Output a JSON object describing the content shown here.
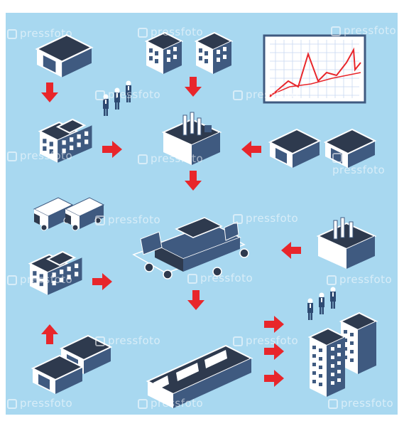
{
  "watermark": {
    "text": "pressfoto"
  },
  "colors": {
    "background": "#a8d8f0",
    "arrow": "#e8262b",
    "roof": "#2e3a4e",
    "wall_light": "#ffffff",
    "wall_dark": "#3f5a80",
    "window": "#3f5a80",
    "worker": "#2e4a72",
    "chart_line": "#e8262b",
    "chart_grid": "#c8d8f0"
  },
  "nodes": [
    {
      "name": "warehouse-top-left",
      "icon": "warehouse-icon"
    },
    {
      "name": "office-buildings-top",
      "icon": "office-building-icon"
    },
    {
      "name": "growth-chart-board",
      "icon": "line-chart-icon"
    },
    {
      "name": "workers-group-top",
      "icon": "workers-icon"
    },
    {
      "name": "office-left",
      "icon": "office-building-icon"
    },
    {
      "name": "factory-center",
      "icon": "factory-icon"
    },
    {
      "name": "warehouses-right",
      "icon": "warehouse-icon"
    },
    {
      "name": "delivery-trucks",
      "icon": "truck-icon"
    },
    {
      "name": "car-assembly",
      "icon": "car-icon"
    },
    {
      "name": "factory-right",
      "icon": "factory-icon"
    },
    {
      "name": "office-lower-left",
      "icon": "office-building-icon"
    },
    {
      "name": "warehouses-bottom-left",
      "icon": "warehouse-icon"
    },
    {
      "name": "distribution-warehouse",
      "icon": "warehouse-icon"
    },
    {
      "name": "workers-group-bottom",
      "icon": "workers-icon"
    },
    {
      "name": "skyscrapers",
      "icon": "skyscraper-icon"
    }
  ],
  "arrows": [
    {
      "from": "warehouse-top-left",
      "to": "office-left",
      "direction": "down"
    },
    {
      "from": "office-buildings-top",
      "to": "factory-center",
      "direction": "down"
    },
    {
      "from": "office-left",
      "to": "factory-center",
      "direction": "right"
    },
    {
      "from": "warehouses-right",
      "to": "factory-center",
      "direction": "left"
    },
    {
      "from": "factory-center",
      "to": "car-assembly",
      "direction": "down"
    },
    {
      "from": "factory-right",
      "to": "car-assembly",
      "direction": "left"
    },
    {
      "from": "office-lower-left",
      "to": "car-assembly",
      "direction": "right"
    },
    {
      "from": "warehouses-bottom-left",
      "to": "office-lower-left",
      "direction": "up"
    },
    {
      "from": "car-assembly",
      "to": "distribution-warehouse",
      "direction": "down"
    },
    {
      "from": "distribution-warehouse",
      "to": "skyscrapers",
      "direction": "right"
    }
  ]
}
